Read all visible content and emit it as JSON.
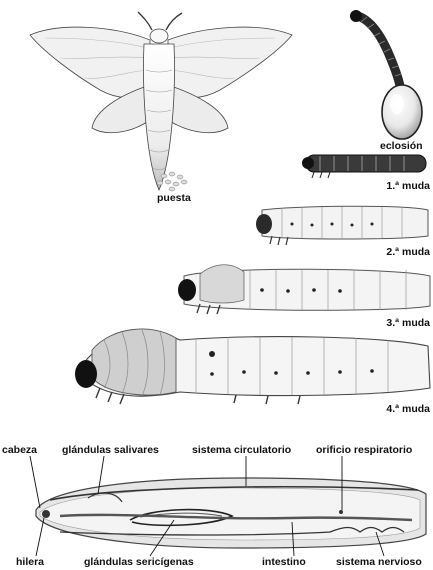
{
  "life_cycle": {
    "hatching": "eclosión",
    "eggs": "puesta",
    "molts": [
      "1.ª muda",
      "2.ª muda",
      "3.ª muda",
      "4.ª muda"
    ]
  },
  "anatomy": {
    "top_labels": {
      "head": "cabeza",
      "salivary_glands": "glándulas salivares",
      "circulatory_system": "sistema circulatorio",
      "respiratory_orifice": "orificio respiratorio"
    },
    "bottom_labels": {
      "spinneret": "hilera",
      "silk_glands": "glándulas sericígenas",
      "intestine": "intestino",
      "nervous_system": "sistema nervioso"
    }
  },
  "colors": {
    "ink": "#1a1a1a",
    "body_fill": "#f4f4f4",
    "shade": "#cfcfcf"
  }
}
